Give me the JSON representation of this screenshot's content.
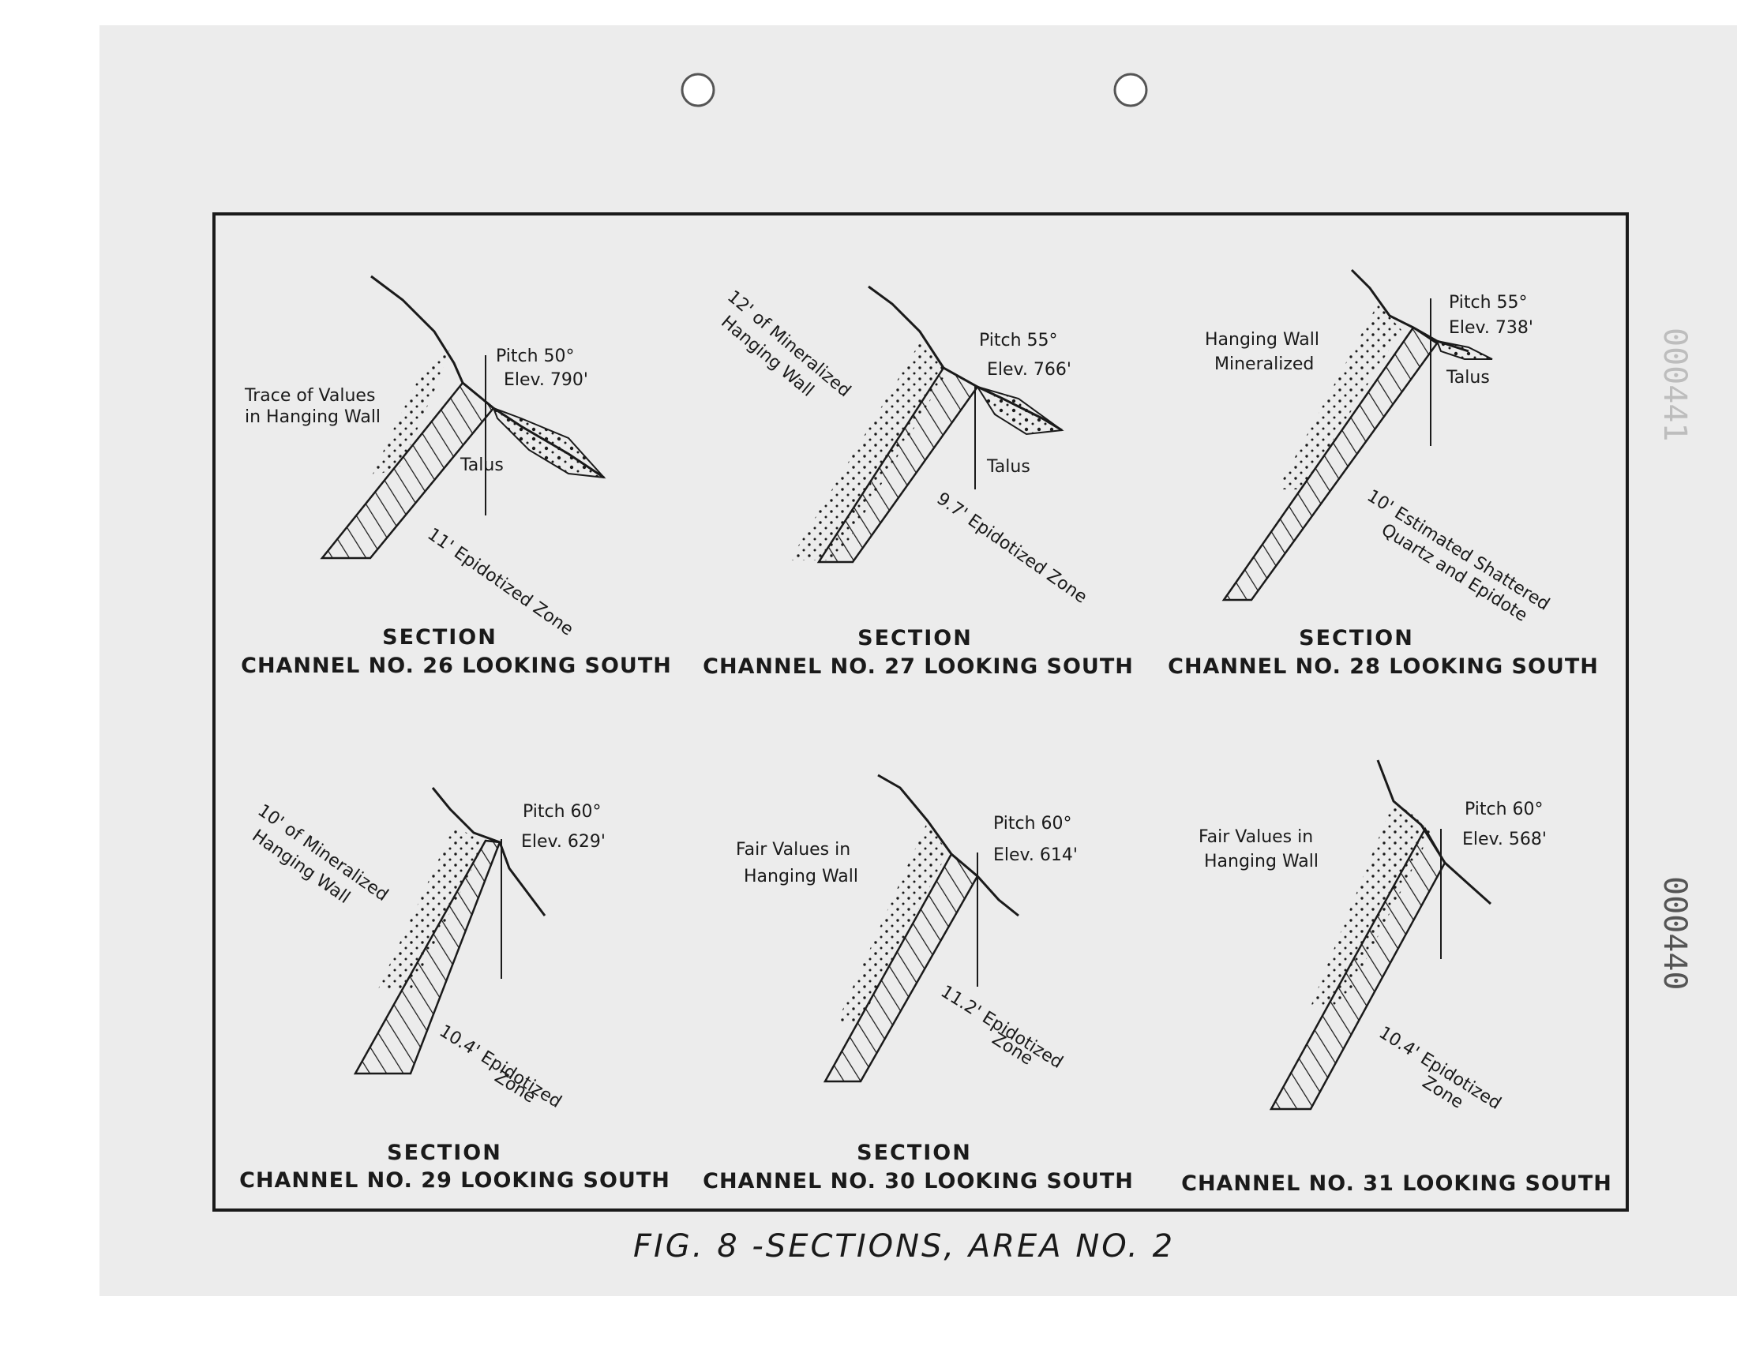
{
  "figure_caption": "FIG. 8 -SECTIONS, AREA NO. 2",
  "archive_stamps": [
    "000441",
    "000440"
  ],
  "colors": {
    "paper": "#ececec",
    "scan_margin": "#ffffff",
    "ink": "#1a1a1a"
  },
  "sections": [
    {
      "heading": "SECTION",
      "caption": "CHANNEL NO. 26 LOOKING SOUTH",
      "pitch": "Pitch 50°",
      "elevation": "Elev. 790'",
      "wall_note": "Trace of Values in Hanging Wall",
      "talus": "Talus",
      "zone": "11' Epidotized Zone"
    },
    {
      "heading": "SECTION",
      "caption": "CHANNEL NO. 27 LOOKING SOUTH",
      "pitch": "Pitch 55°",
      "elevation": "Elev. 766'",
      "wall_note": "12' of Mineralized Hanging Wall",
      "talus": "Talus",
      "zone": "9.7' Epidotized Zone"
    },
    {
      "heading": "SECTION",
      "caption": "CHANNEL NO. 28 LOOKING SOUTH",
      "pitch": "Pitch 55°",
      "elevation": "Elev. 738'",
      "wall_note": "Hanging Wall Mineralized",
      "talus": "Talus",
      "zone": "10' Estimated Shattered Quartz and Epidote"
    },
    {
      "heading": "SECTION",
      "caption": "CHANNEL NO. 29 LOOKING SOUTH",
      "pitch": "Pitch 60°",
      "elevation": "Elev. 629'",
      "wall_note": "10' of Mineralized Hanging Wall",
      "zone": "10.4' Epidotized Zone"
    },
    {
      "heading": "SECTION",
      "caption": "CHANNEL NO. 30 LOOKING SOUTH",
      "pitch": "Pitch 60°",
      "elevation": "Elev. 614'",
      "wall_note": "Fair Values in Hanging Wall",
      "zone": "11.2' Epidotized Zone"
    },
    {
      "caption": "CHANNEL NO. 31 LOOKING SOUTH",
      "pitch": "Pitch 60°",
      "elevation": "Elev. 568'",
      "wall_note": "Fair Values in Hanging Wall",
      "zone": "10.4' Epidotized Zone"
    }
  ]
}
